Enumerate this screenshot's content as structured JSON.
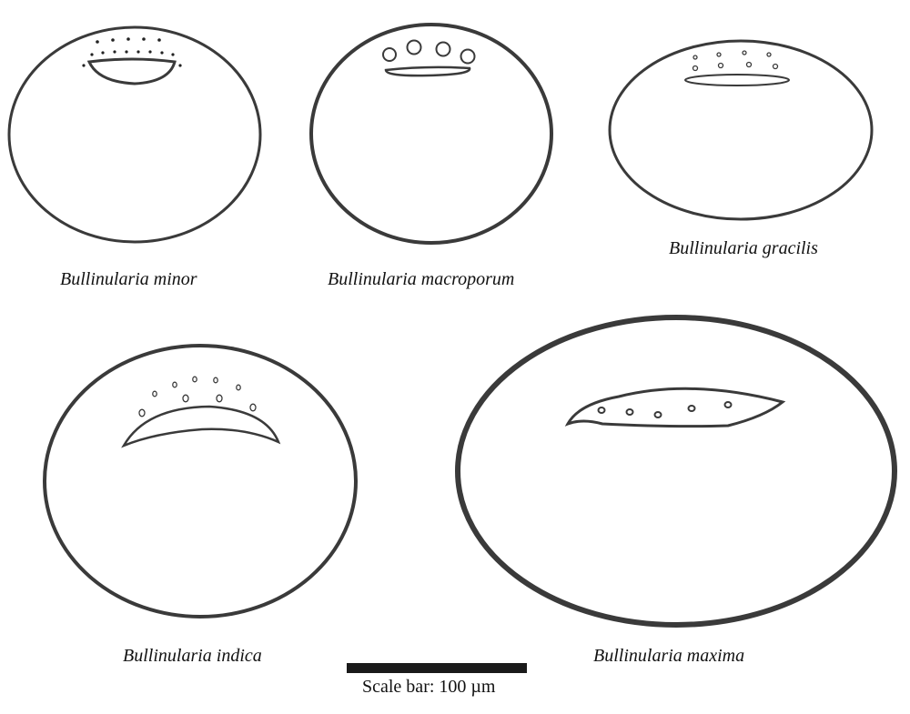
{
  "species": [
    {
      "id": "minor",
      "label": "Bullinularia minor"
    },
    {
      "id": "macroporum",
      "label": "Bullinularia macroporum"
    },
    {
      "id": "gracilis",
      "label": "Bullinularia gracilis"
    },
    {
      "id": "indica",
      "label": "Bullinularia indica"
    },
    {
      "id": "maxima",
      "label": "Bullinularia maxima"
    }
  ],
  "scale_bar": {
    "text": "Scale bar: 100 µm"
  },
  "colors": {
    "stroke": "#3a3a3a"
  }
}
